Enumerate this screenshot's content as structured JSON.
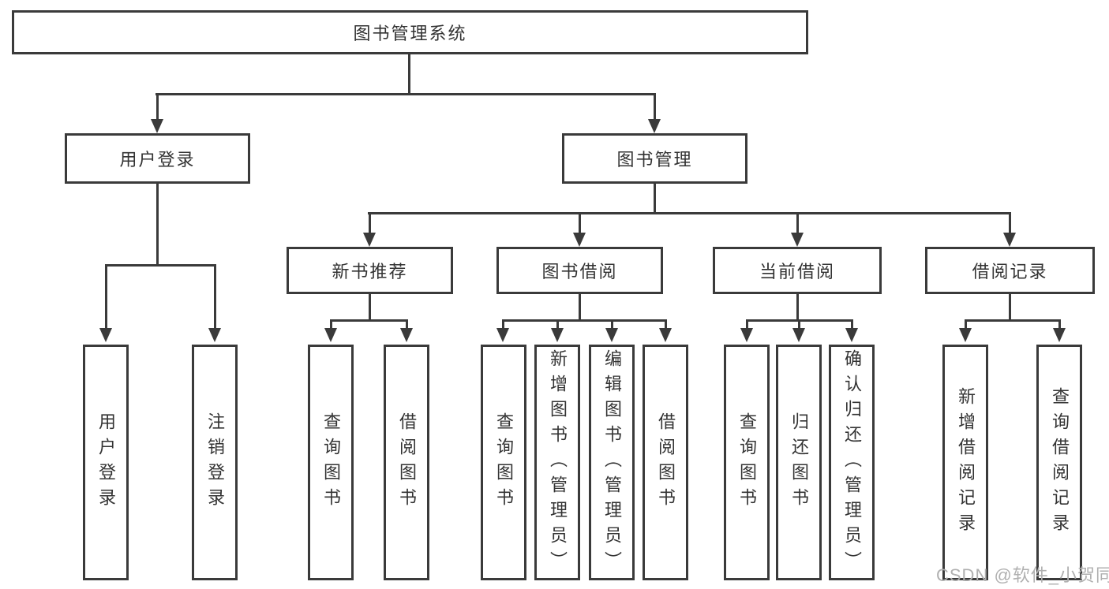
{
  "diagram": {
    "root": {
      "label": "图书管理系统"
    },
    "level2": [
      {
        "label": "用户登录"
      },
      {
        "label": "图书管理"
      }
    ],
    "level3": [
      {
        "label": "新书推荐",
        "parent": "图书管理"
      },
      {
        "label": "图书借阅",
        "parent": "图书管理"
      },
      {
        "label": "当前借阅",
        "parent": "图书管理"
      },
      {
        "label": "借阅记录",
        "parent": "图书管理"
      }
    ],
    "leaves": [
      {
        "label": "用户登录",
        "parent": "用户登录"
      },
      {
        "label": "注销登录",
        "parent": "用户登录"
      },
      {
        "label": "查询图书",
        "parent": "新书推荐"
      },
      {
        "label": "借阅图书",
        "parent": "新书推荐"
      },
      {
        "label": "查询图书",
        "parent": "图书借阅"
      },
      {
        "label": "新增图书（管理员）",
        "parent": "图书借阅"
      },
      {
        "label": "编辑图书（管理员）",
        "parent": "图书借阅"
      },
      {
        "label": "借阅图书",
        "parent": "图书借阅"
      },
      {
        "label": "查询图书",
        "parent": "当前借阅"
      },
      {
        "label": "归还图书",
        "parent": "当前借阅"
      },
      {
        "label": "确认归还（管理员）",
        "parent": "当前借阅"
      },
      {
        "label": "新增借阅记录",
        "parent": "借阅记录"
      },
      {
        "label": "查询借阅记录",
        "parent": "借阅记录"
      }
    ]
  },
  "watermark": {
    "text": "CSDN @软件_小贺同学"
  },
  "colors": {
    "line": "#3a3a3a",
    "text": "#333333",
    "watermark": "#b0b0b0",
    "background": "#ffffff"
  }
}
